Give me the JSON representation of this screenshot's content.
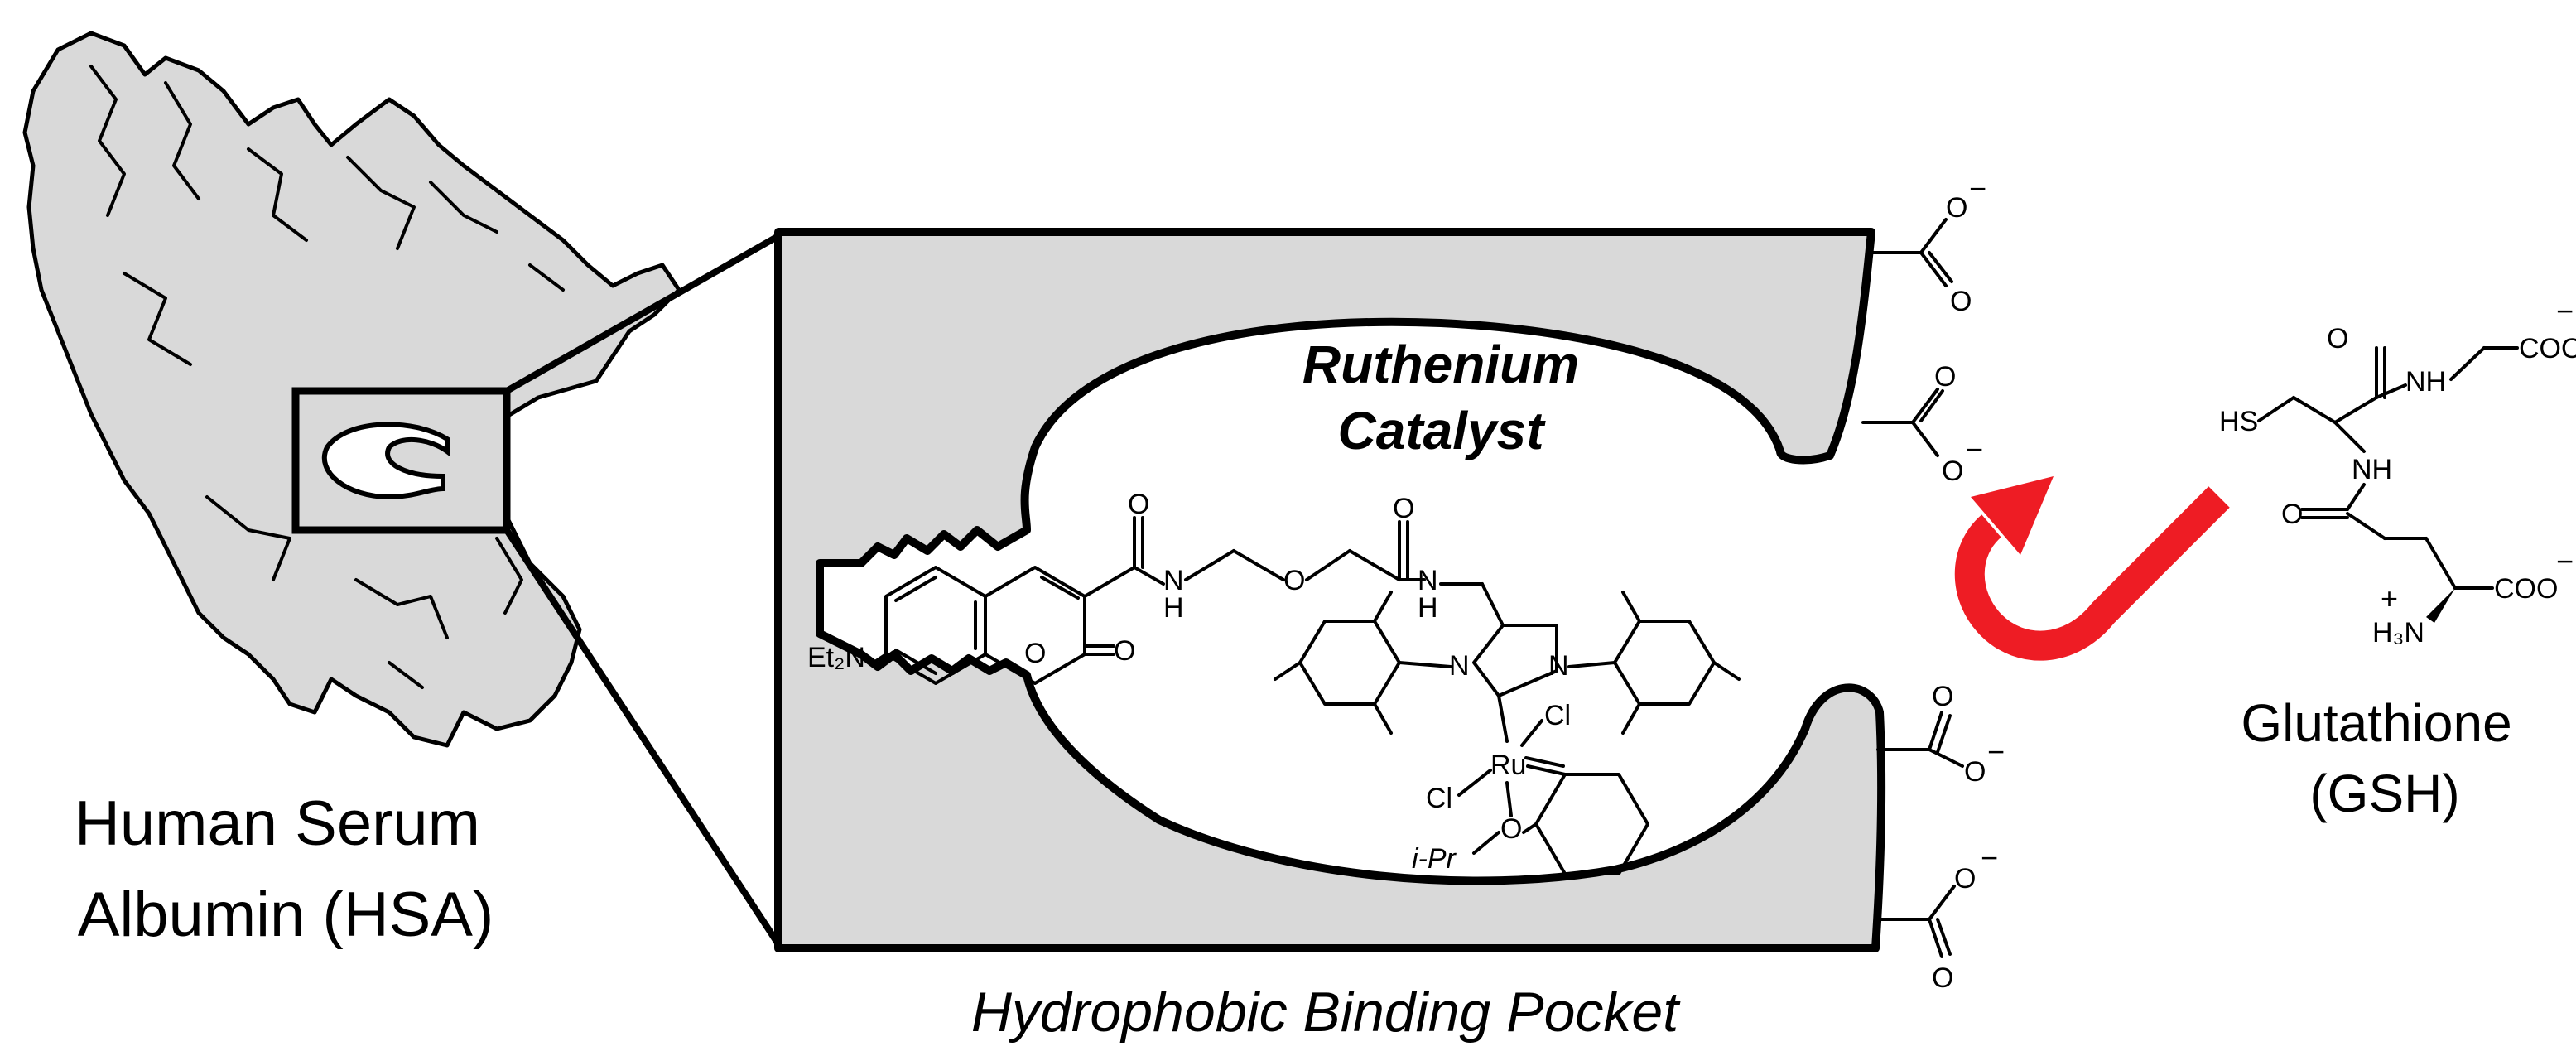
{
  "protein": {
    "label_line1": "Human Serum",
    "label_line2": "Albumin (HSA)"
  },
  "pocket": {
    "label": "Hydrophobic Binding Pocket"
  },
  "catalyst": {
    "label_line1": "Ruthenium",
    "label_line2": "Catalyst",
    "label_color": "#1f73b7"
  },
  "gsh": {
    "label_line1": "Glutathione",
    "label_line2": "(GSH)"
  },
  "arrow": {
    "color": "#ee1c24",
    "icon": "curved-arrow-icon"
  },
  "atoms": {
    "et2n": "Et₂N",
    "o": "O",
    "nh": "N",
    "h": "H",
    "ru": "Ru",
    "cl": "Cl",
    "ipr": "i-Pr",
    "n": "N",
    "hs": "HS",
    "coo": "COO",
    "h3n": "H₃N",
    "minus": "−",
    "plus": "+",
    "nh_gsh": "NH"
  },
  "colors": {
    "protein_fill": "#d9d9d9",
    "pocket_fill": "#d9d9d9",
    "outline": "#000000"
  }
}
